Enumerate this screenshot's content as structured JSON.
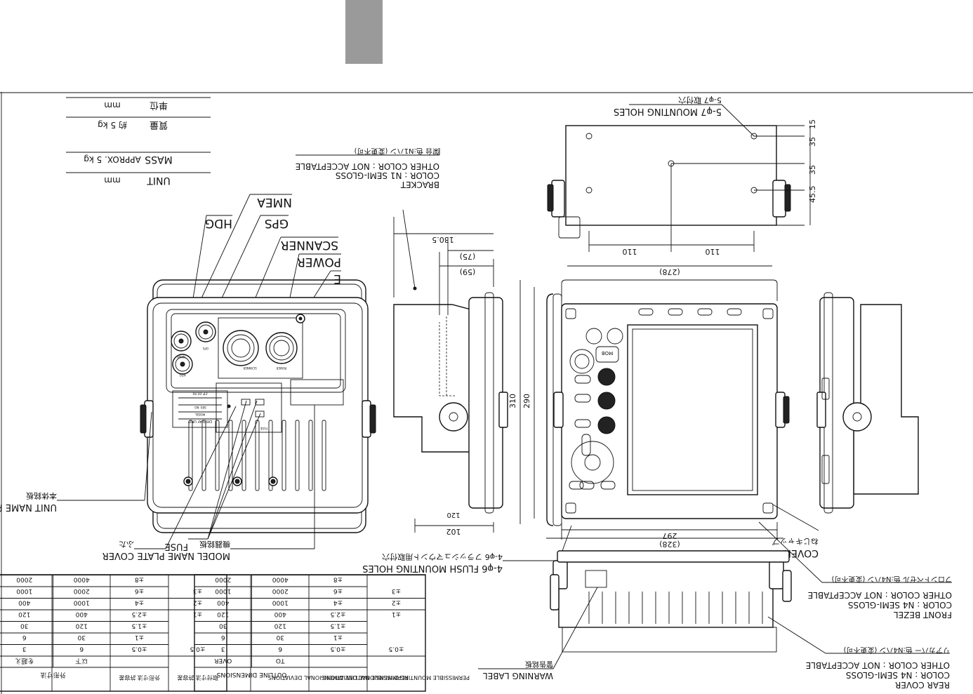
{
  "accent_color": "#9a9a9a",
  "mass_table": {
    "rows": [
      {
        "label": "MASS",
        "value": "APPROX.  5  kg"
      },
      {
        "label": "UNIT",
        "value": "mm"
      },
      {
        "label": "質量",
        "value": "約 5 kg"
      },
      {
        "label": "単位",
        "value": "mm"
      }
    ]
  },
  "bracket_note": {
    "lines": [
      "BRACKET",
      "COLOR : N1 SEMI-GLOSS",
      "OTHER COLOR : NOT ACCEPTABLE",
      "架台 色:N1ハン (変更不可)"
    ]
  },
  "mounting_note": {
    "lines": [
      "5-φ7 MOUNTING HOLES",
      "5-φ7 取付穴"
    ]
  },
  "connectors": [
    "NMEA",
    "GPS",
    "HDG",
    "SCANNER",
    "POWER",
    "E"
  ],
  "connector_small": [
    "HDG",
    "GPS",
    "NMEA",
    "SCANNER",
    "POWER"
  ],
  "rear_callouts": {
    "unit_plate": [
      "UNIT NAME PLATE",
      "本体銘板"
    ],
    "cover": [
      "COVER",
      "ふた"
    ],
    "fuse": "FUSE",
    "model_plate": [
      "MODEL NAME PLATE",
      "機器銘板"
    ],
    "fuse_small": "FUSE",
    "plate_small": [
      "DISPLAY UNIT",
      "MODEL",
      "SER. NO.",
      "CE 0120"
    ]
  },
  "flush_note": {
    "lines": [
      "4-φ6 FLUSH MOUNTING HOLES",
      "4-φ6 フラッシュマウント用取付穴"
    ]
  },
  "cover_note": {
    "lines": [
      "COVER",
      "ねじキャップ"
    ]
  },
  "front_bezel_note": {
    "lines": [
      "FRONT BEZEL",
      "COLOR : N4 SEMI-GLOSS",
      "OTHER COLOR : NOT ACCEPTABLE",
      "フロントベゼル 色:N4ハン (変更不可)"
    ]
  },
  "rear_cover_note": {
    "lines": [
      "REAR COVER",
      "COLOR : N4 SEMI-GLOSS",
      "OTHER COLOR : NOT ACCEPTABLE",
      "リアカバー 色:N4ハン (変更不可)"
    ]
  },
  "warning_note": {
    "lines": [
      "WARNING LABEL",
      "警告銘板"
    ]
  },
  "front_panel": {
    "mob_label": "MOB"
  },
  "dimensions": {
    "top_depth_total": "130.5",
    "top_depth_a": "(75)",
    "top_depth_b": "(59)",
    "side_width": "102",
    "side_width_b": "120",
    "height_outer": "310",
    "height_inner": "290",
    "width_top": "(278)",
    "width_inner": "297",
    "width_outer": "(328)",
    "hole_x1": "110",
    "hole_x2": "110",
    "hole_y": [
      "15",
      "35",
      "35",
      "45.5"
    ]
  },
  "tolerance_left": {
    "headers": [
      "外形寸法",
      "外形寸法 許容差",
      "取付寸法 許容差"
    ],
    "subheaders": [
      "を超え",
      "以下"
    ],
    "rows": [
      [
        "3",
        "6",
        "±0.5",
        "±0.5"
      ],
      [
        "6",
        "30",
        "±1",
        ""
      ],
      [
        "30",
        "120",
        "±1.5",
        ""
      ],
      [
        "120",
        "400",
        "±2.5",
        "±1"
      ],
      [
        "400",
        "1000",
        "±4",
        "±2"
      ],
      [
        "1000",
        "2000",
        "±6",
        "±3"
      ],
      [
        "2000",
        "4000",
        "±8",
        ""
      ]
    ]
  },
  "tolerance_right": {
    "headers": [
      "OUTLINE DIMENSIONS",
      "PERMISSIBLE OUTLINE DIMENSIONAL DEVIATIONS",
      "PERMISSIBLE MOUNTING DIMENSIONAL DEVIATIONS"
    ],
    "subheaders": [
      "OVER",
      "TO"
    ],
    "rows": [
      [
        "3",
        "6",
        "±0.5",
        "±0.5"
      ],
      [
        "6",
        "30",
        "±1",
        ""
      ],
      [
        "30",
        "120",
        "±1.5",
        ""
      ],
      [
        "120",
        "400",
        "±2.5",
        "±1"
      ],
      [
        "400",
        "1000",
        "±4",
        "±2"
      ],
      [
        "1000",
        "2000",
        "±6",
        "±3"
      ],
      [
        "2000",
        "4000",
        "±8",
        ""
      ]
    ]
  }
}
